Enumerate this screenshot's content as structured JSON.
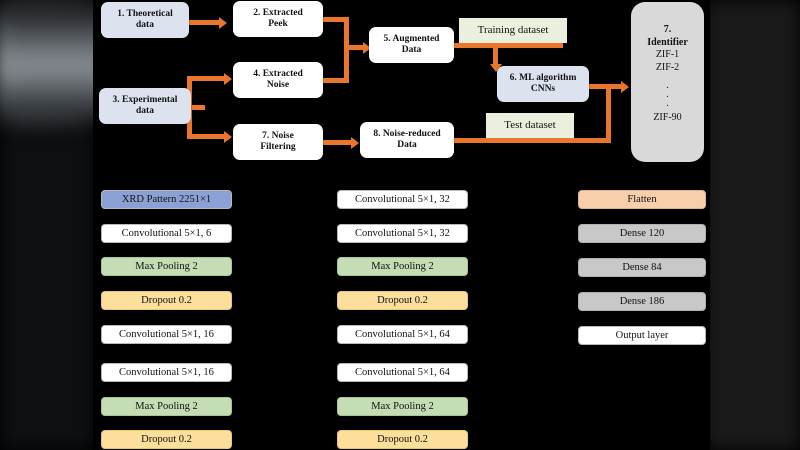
{
  "figure": {
    "background": "#000000",
    "accent_arrow_color": "#e8762c",
    "palette": {
      "flow_blue": "#dce3ee",
      "flow_white": "#ffffff",
      "flow_grey": "#d9d9d9",
      "dataset_green": "#eaf0dd",
      "input_blue": "#8ba0d4",
      "pool_green": "#c5ddb4",
      "dropout_yellow": "#fbdf9a",
      "flatten_peach": "#f8cfab",
      "dense_grey": "#c8c8c8"
    }
  },
  "flowchart": {
    "nodes": [
      {
        "id": "n1",
        "label": "1. Theoretical\ndata",
        "color": "flow_blue"
      },
      {
        "id": "n2",
        "label": "2. Extracted\nPeek",
        "color": "flow_white"
      },
      {
        "id": "n3",
        "label": "3.  Experimental\ndata",
        "color": "flow_blue"
      },
      {
        "id": "n4",
        "label": "4. Extracted\nNoise",
        "color": "flow_white"
      },
      {
        "id": "n5",
        "label": "5. Augmented\nData",
        "color": "flow_white"
      },
      {
        "id": "n7",
        "label": "7. Noise\nFiltering",
        "color": "flow_white"
      },
      {
        "id": "n8",
        "label": "8. Noise-reduced\nData",
        "color": "flow_white"
      },
      {
        "id": "n6",
        "label": "6. ML algorithm\nCNNs",
        "color": "flow_blue"
      }
    ],
    "datasets": [
      {
        "id": "train",
        "label": "Training dataset"
      },
      {
        "id": "test",
        "label": "Test dataset"
      }
    ],
    "identifier": {
      "title_line1": "7.",
      "title_line2": "Identifier",
      "items": [
        "ZIF-1",
        "ZIF-2"
      ],
      "ellipsis": [
        ".",
        ".",
        "."
      ],
      "last_item": "ZIF-90"
    }
  },
  "architecture": {
    "columns": [
      {
        "name": "column-1",
        "layers": [
          {
            "label": "XRD Pattern 2251×1",
            "style": "input"
          },
          {
            "label": "Convolutional 5×1, 6",
            "style": "white"
          },
          {
            "label": "Max Pooling 2",
            "style": "green"
          },
          {
            "label": "Dropout 0.2",
            "style": "yellow"
          },
          {
            "label": "Convolutional 5×1, 16",
            "style": "white"
          },
          {
            "label": "Convolutional 5×1, 16",
            "style": "white"
          },
          {
            "label": "Max Pooling 2",
            "style": "green"
          },
          {
            "label": "Dropout 0.2",
            "style": "yellow"
          }
        ]
      },
      {
        "name": "column-2",
        "layers": [
          {
            "label": "Convolutional 5×1, 32",
            "style": "white"
          },
          {
            "label": "Convolutional 5×1, 32",
            "style": "white"
          },
          {
            "label": "Max Pooling 2",
            "style": "green"
          },
          {
            "label": "Dropout 0.2",
            "style": "yellow"
          },
          {
            "label": "Convolutional 5×1, 64",
            "style": "white"
          },
          {
            "label": "Convolutional 5×1, 64",
            "style": "white"
          },
          {
            "label": "Max Pooling 2",
            "style": "green"
          },
          {
            "label": "Dropout 0.2",
            "style": "yellow"
          }
        ]
      },
      {
        "name": "column-3",
        "layers": [
          {
            "label": "Flatten",
            "style": "peach"
          },
          {
            "label": "Dense 120",
            "style": "grey"
          },
          {
            "label": "Dense 84",
            "style": "grey"
          },
          {
            "label": "Dense 186",
            "style": "grey"
          },
          {
            "label": "Output layer",
            "style": "white"
          }
        ]
      }
    ]
  }
}
